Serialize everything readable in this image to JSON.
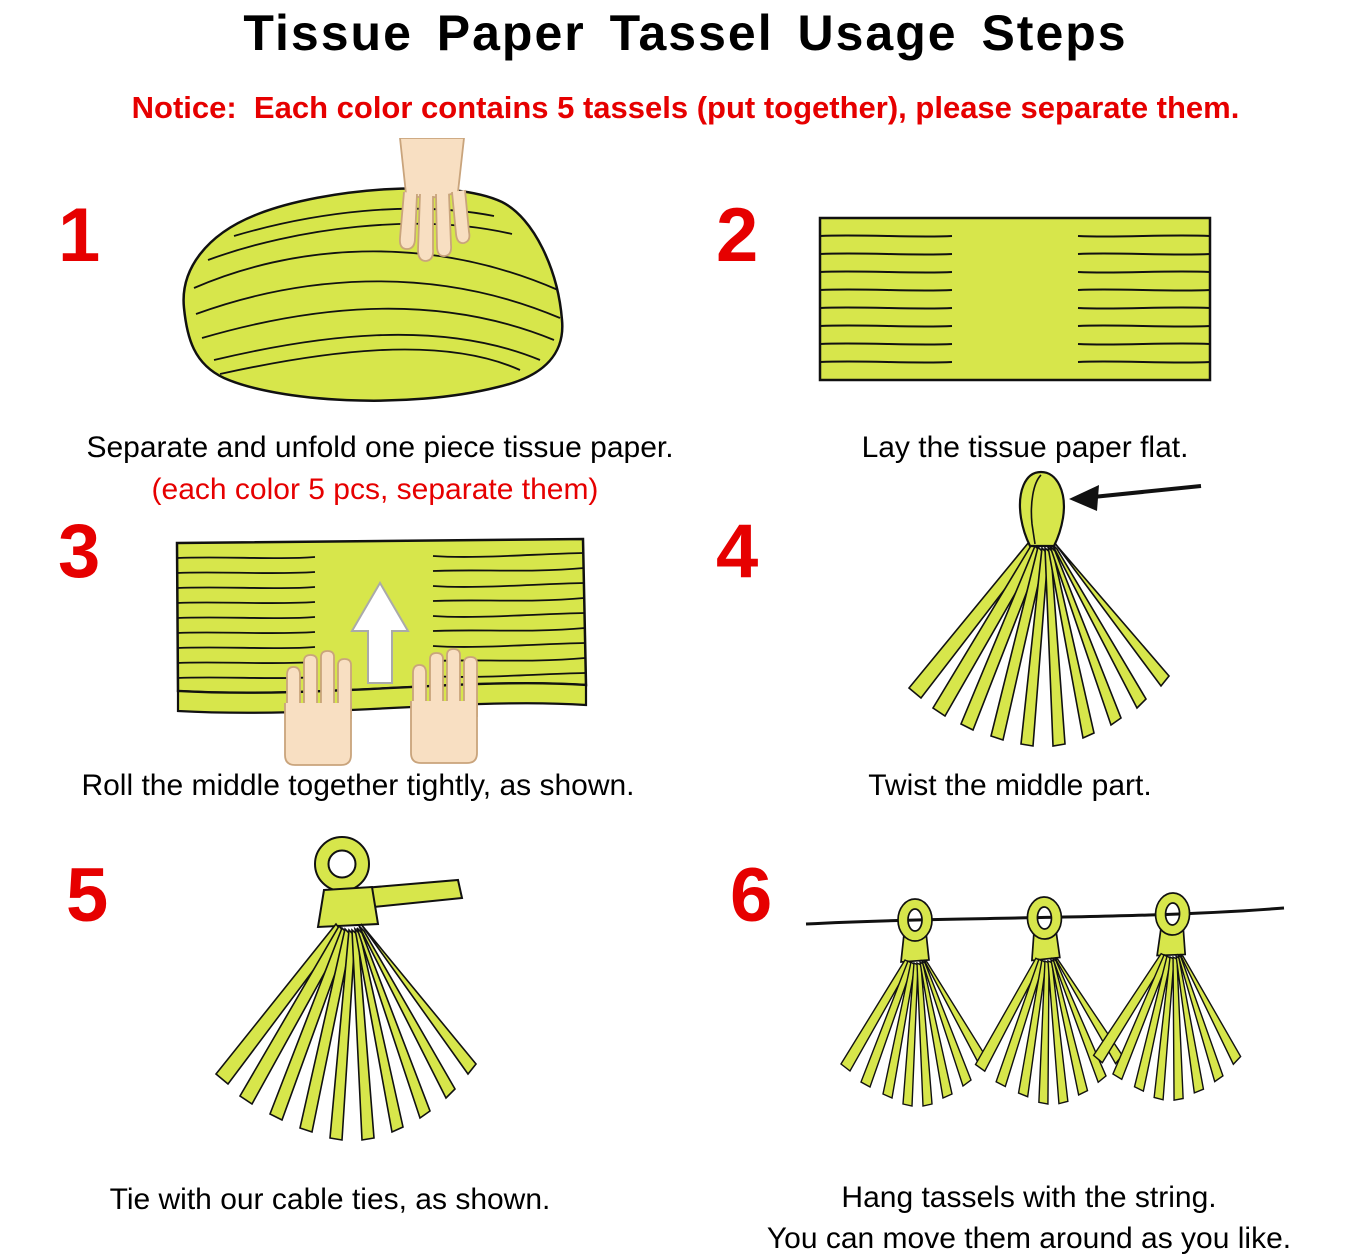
{
  "header": {
    "title": "Tissue Paper Tassel Usage Steps",
    "notice": "Notice:  Each color contains 5 tassels (put together), please separate them."
  },
  "steps": [
    {
      "number": "1",
      "caption": "Separate and unfold one piece tissue paper.",
      "subcaption": "(each color 5 pcs, separate them)",
      "illustration": "hand-separating-folded-tissue-paper"
    },
    {
      "number": "2",
      "caption": "Lay the tissue paper flat.",
      "illustration": "flat-fringed-tissue-paper"
    },
    {
      "number": "3",
      "caption": "Roll the middle together tightly, as shown.",
      "illustration": "hands-rolling-middle-with-up-arrow"
    },
    {
      "number": "4",
      "caption": "Twist the middle part.",
      "illustration": "twisted-tassel-with-arrow-at-fold"
    },
    {
      "number": "5",
      "caption": "Tie with our cable ties, as shown.",
      "illustration": "tassel-tied-with-cable-tie-loop"
    },
    {
      "number": "6",
      "caption": "Hang tassels with the string.",
      "caption2": "You can move them around as you like.",
      "illustration": "three-tassels-hanging-on-string"
    }
  ],
  "colors": {
    "accent_red": "#e60000",
    "text_black": "#111111",
    "tissue_green": "#d7e64b",
    "skin_tone": "#f8dfc2",
    "background": "#ffffff"
  }
}
